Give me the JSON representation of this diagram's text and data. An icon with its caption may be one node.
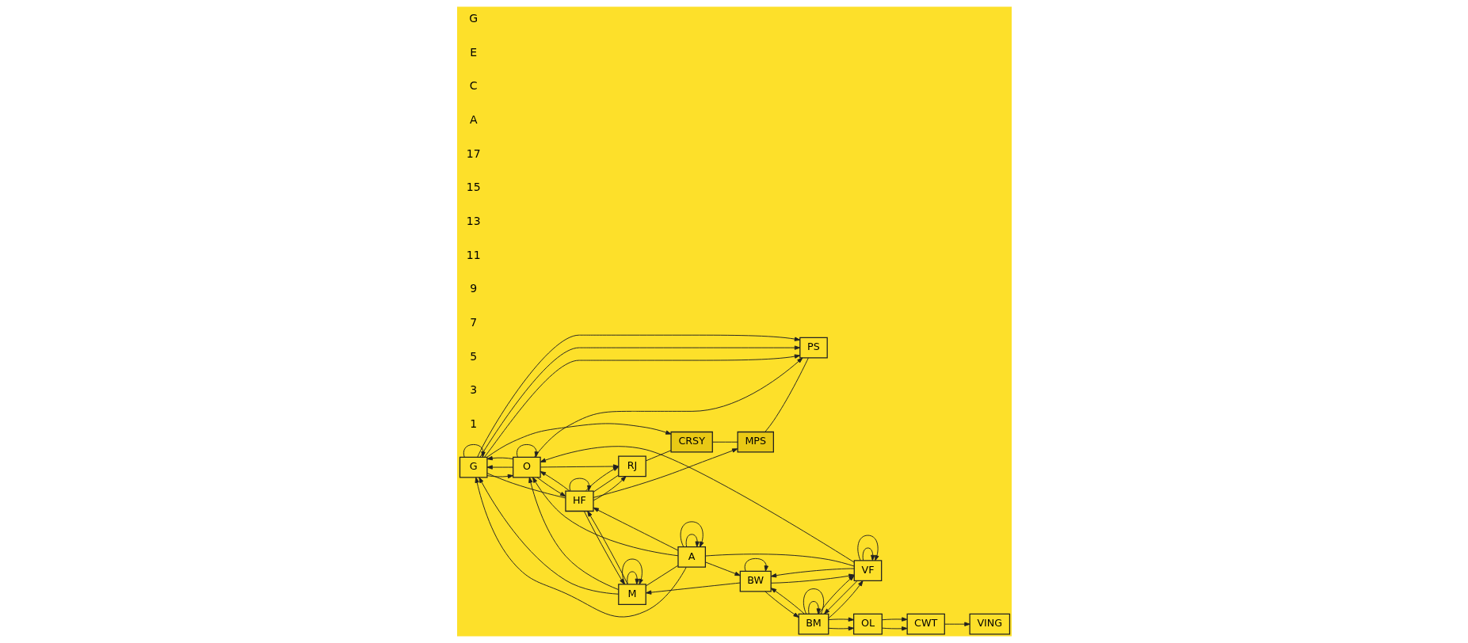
{
  "diagram": {
    "nodes": [
      {
        "text": [
          "RJ"
        ]
      },
      {
        "text": [
          "CRSY"
        ]
      },
      {
        "text": [
          "MPS"
        ]
      },
      {
        "text": [
          "PS"
        ]
      },
      {
        "text": [
          "HF"
        ]
      },
      {
        "text": [
          "G"
        ]
      },
      {
        "text": [
          "M"
        ]
      },
      {
        "text": [
          "O"
        ]
      },
      {
        "text": [
          "A"
        ]
      },
      {
        "text": [
          "VF"
        ]
      },
      {
        "text": [
          "BW"
        ]
      },
      {
        "text": [
          "BM"
        ]
      },
      {
        "text": [
          "OL"
        ]
      },
      {
        "text": [
          "CWT"
        ]
      },
      {
        "text": [
          "VING"
        ]
      }
    ],
    "edges": [
      {
        "from": 0,
        "to": 1,
        "arrow": "none"
      },
      {
        "from": 1,
        "to": 2,
        "arrow": "none"
      },
      {
        "from": 2,
        "to": 3,
        "arrow": "none"
      },
      {
        "from": 4,
        "to": 0,
        "arrow": "to"
      },
      {
        "from": 7,
        "to": 0,
        "arrow": "to"
      },
      {
        "from": 4,
        "to": 0,
        "arrow": "none"
      },
      {
        "from": 4,
        "to": 0,
        "arrow": "to"
      },
      {
        "from": 4,
        "to": 4,
        "arrow": "to"
      },
      {
        "from": 8,
        "to": 4,
        "arrow": "to"
      },
      {
        "from": 4,
        "to": 6,
        "arrow": "to"
      },
      {
        "from": 6,
        "to": 4,
        "arrow": "to"
      },
      {
        "from": 7,
        "to": 4,
        "arrow": "to"
      },
      {
        "from": 4,
        "to": 7,
        "arrow": "to"
      },
      {
        "from": 4,
        "to": 5,
        "arrow": "none"
      },
      {
        "from": 4,
        "to": 2,
        "arrow": "to"
      },
      {
        "from": 5,
        "to": 1,
        "arrow": "to"
      },
      {
        "from": 5,
        "to": 3,
        "arrow": "to"
      },
      {
        "from": 5,
        "to": 3,
        "arrow": "to"
      },
      {
        "from": 5,
        "to": 7,
        "arrow": "to"
      },
      {
        "from": 5,
        "to": 5,
        "arrow": "to"
      },
      {
        "from": 7,
        "to": 5,
        "arrow": "to"
      },
      {
        "from": 6,
        "to": 5,
        "arrow": "to"
      },
      {
        "from": 5,
        "to": 3,
        "arrow": "to"
      },
      {
        "from": 7,
        "to": 3,
        "arrow": "to"
      },
      {
        "from": 7,
        "to": 5,
        "arrow": "to"
      },
      {
        "from": 8,
        "to": 5,
        "arrow": "to"
      },
      {
        "from": 6,
        "to": 6,
        "arrow": "to"
      },
      {
        "from": 6,
        "to": 6,
        "arrow": "to"
      },
      {
        "from": 6,
        "to": 7,
        "arrow": "to"
      },
      {
        "from": 7,
        "to": 7,
        "arrow": "to"
      },
      {
        "from": 6,
        "to": 8,
        "arrow": "none"
      },
      {
        "from": 8,
        "to": 7,
        "arrow": "to"
      },
      {
        "from": 9,
        "to": 7,
        "arrow": "to"
      },
      {
        "from": 10,
        "to": 6,
        "arrow": "to"
      },
      {
        "from": 8,
        "to": 8,
        "arrow": "to"
      },
      {
        "from": 8,
        "to": 8,
        "arrow": "to"
      },
      {
        "from": 8,
        "to": 9,
        "arrow": "none"
      },
      {
        "from": 9,
        "to": 9,
        "arrow": "to"
      },
      {
        "from": 9,
        "to": 9,
        "arrow": "to"
      },
      {
        "from": 8,
        "to": 10,
        "arrow": "to"
      },
      {
        "from": 9,
        "to": 10,
        "arrow": "to"
      },
      {
        "from": 9,
        "to": 11,
        "arrow": "to"
      },
      {
        "from": 10,
        "to": 9,
        "arrow": "to"
      },
      {
        "from": 11,
        "to": 10,
        "arrow": "to"
      },
      {
        "from": 10,
        "to": 11,
        "arrow": "to"
      },
      {
        "from": 10,
        "to": 10,
        "arrow": "to"
      },
      {
        "from": 11,
        "to": 9,
        "arrow": "to"
      },
      {
        "from": 11,
        "to": 9,
        "arrow": "to"
      },
      {
        "from": 11,
        "to": 11,
        "arrow": "to"
      },
      {
        "from": 11,
        "to": 11,
        "arrow": "none"
      },
      {
        "from": 11,
        "to": 12,
        "arrow": "to"
      },
      {
        "from": 11,
        "to": 12,
        "arrow": "to"
      },
      {
        "from": 12,
        "to": 13,
        "arrow": "to"
      },
      {
        "from": 12,
        "to": 13,
        "arrow": "to"
      },
      {
        "from": 13,
        "to": 14,
        "arrow": "to"
      }
    ],
    "labels": [
      "1",
      "3",
      "5",
      "7",
      "9",
      "11",
      "13",
      "15",
      "17",
      "A",
      "C",
      "E",
      "G"
    ]
  }
}
